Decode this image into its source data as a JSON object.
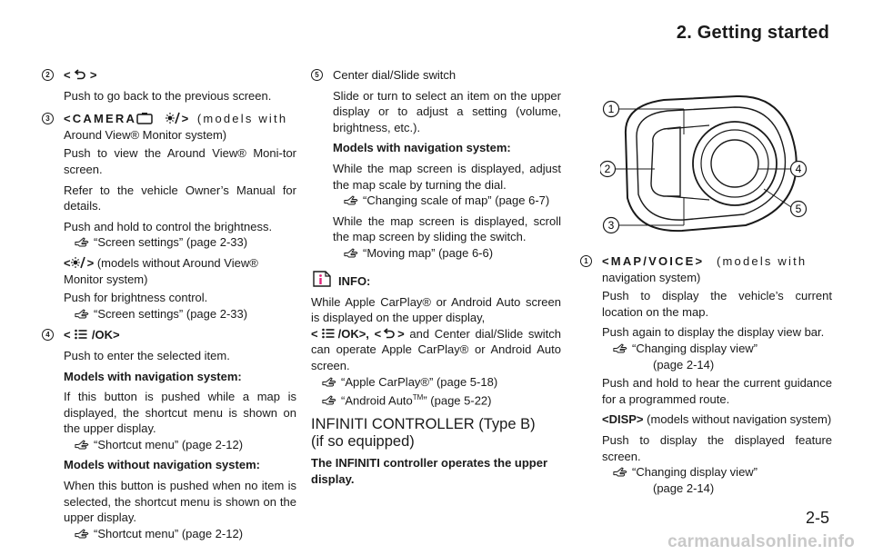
{
  "header": {
    "title": "2. Getting started"
  },
  "col1": {
    "item2": {
      "num": "2",
      "key_prefix": "<",
      "key_suffix": ">",
      "text": "Push to go back to the previous screen."
    },
    "item3": {
      "num": "3",
      "key_label": "<CAMERA",
      "key_suffix": ">",
      "models": "(models with",
      "models_cont": "Around View® Monitor system)",
      "p1": "Push to view the Around View® Moni-tor screen.",
      "p2": "Refer to the vehicle Owner’s Manual for details.",
      "p3": "Push and hold to control the brightness.",
      "ref1": "“Screen settings” (page 2-33)",
      "alt_key_prefix": "<",
      "alt_key_suffix": ">",
      "alt_models": "(models without Around View® Monitor system)",
      "p4": "Push for brightness control.",
      "ref2": "“Screen settings” (page 2-33)"
    },
    "item4": {
      "num": "4",
      "key_prefix": "<",
      "key_suffix": "/OK>",
      "p1": "Push to enter the selected item.",
      "nav_heading": "Models with navigation system:",
      "p2": "If this button is pushed while a map is displayed, the shortcut menu is shown on the upper display.",
      "ref1": "“Shortcut menu” (page 2-12)",
      "nonav_heading": "Models without navigation system:",
      "p3": "When this button is pushed when no item is selected, the shortcut menu is shown on the upper display.",
      "ref2": "“Shortcut menu” (page 2-12)"
    }
  },
  "col2": {
    "item5": {
      "num": "5",
      "title": "Center dial/Slide switch",
      "p1": "Slide or turn to select an item on the upper display or to adjust a setting (volume, brightness, etc.).",
      "nav_heading": "Models with navigation system:",
      "p2": "While the map screen is displayed, adjust the map scale by turning the dial.",
      "ref1": "“Changing scale of map” (page 6-7)",
      "p3": "While the map screen is displayed, scroll the map screen by sliding the switch.",
      "ref2": "“Moving map” (page 6-6)"
    },
    "info": {
      "heading": "INFO:",
      "p1_a": "While Apple CarPlay® or Android Auto screen is displayed on the upper display,",
      "p1_k1a": "<",
      "p1_k1b": "/OK>,",
      "p1_k2a": "<",
      "p1_k2b": ">",
      "p1_b": "and Center dial/Slide switch can operate Apple CarPlay® or Android Auto screen.",
      "ref1": "“Apple CarPlay®” (page 5-18)",
      "ref2_a": "“Android Auto",
      "ref2_tm": "TM",
      "ref2_b": "” (page 5-22)"
    },
    "section": {
      "title_line1": "INFINITI CONTROLLER (Type B)",
      "title_line2": "(if so equipped)",
      "intro": "The INFINITI controller operates the upper display."
    }
  },
  "col3": {
    "diagram_labels": [
      "1",
      "2",
      "3",
      "4",
      "5"
    ],
    "item1": {
      "num": "1",
      "key": "<MAP/VOICE>",
      "models": "(models with",
      "models_cont": "navigation system)",
      "p1": "Push to display the vehicle’s current location on the map.",
      "p2": "Push again to display the display view bar.",
      "ref1_a": "“Changing display view”",
      "ref1_b": "(page 2-14)",
      "p3": "Push and hold to hear the current guidance for a programmed route.",
      "disp_key": "<DISP>",
      "disp_models": "(models without navigation system)",
      "p4": "Push to display the displayed feature screen.",
      "ref2_a": "“Changing display view”",
      "ref2_b": "(page 2-14)"
    }
  },
  "footer": {
    "page": "2-5",
    "watermark": "carmanualsonline.info"
  },
  "icons": [
    "back-arrow-icon",
    "camera-icon",
    "brightness-icon",
    "list-icon",
    "reference-hand-icon",
    "info-icon"
  ]
}
